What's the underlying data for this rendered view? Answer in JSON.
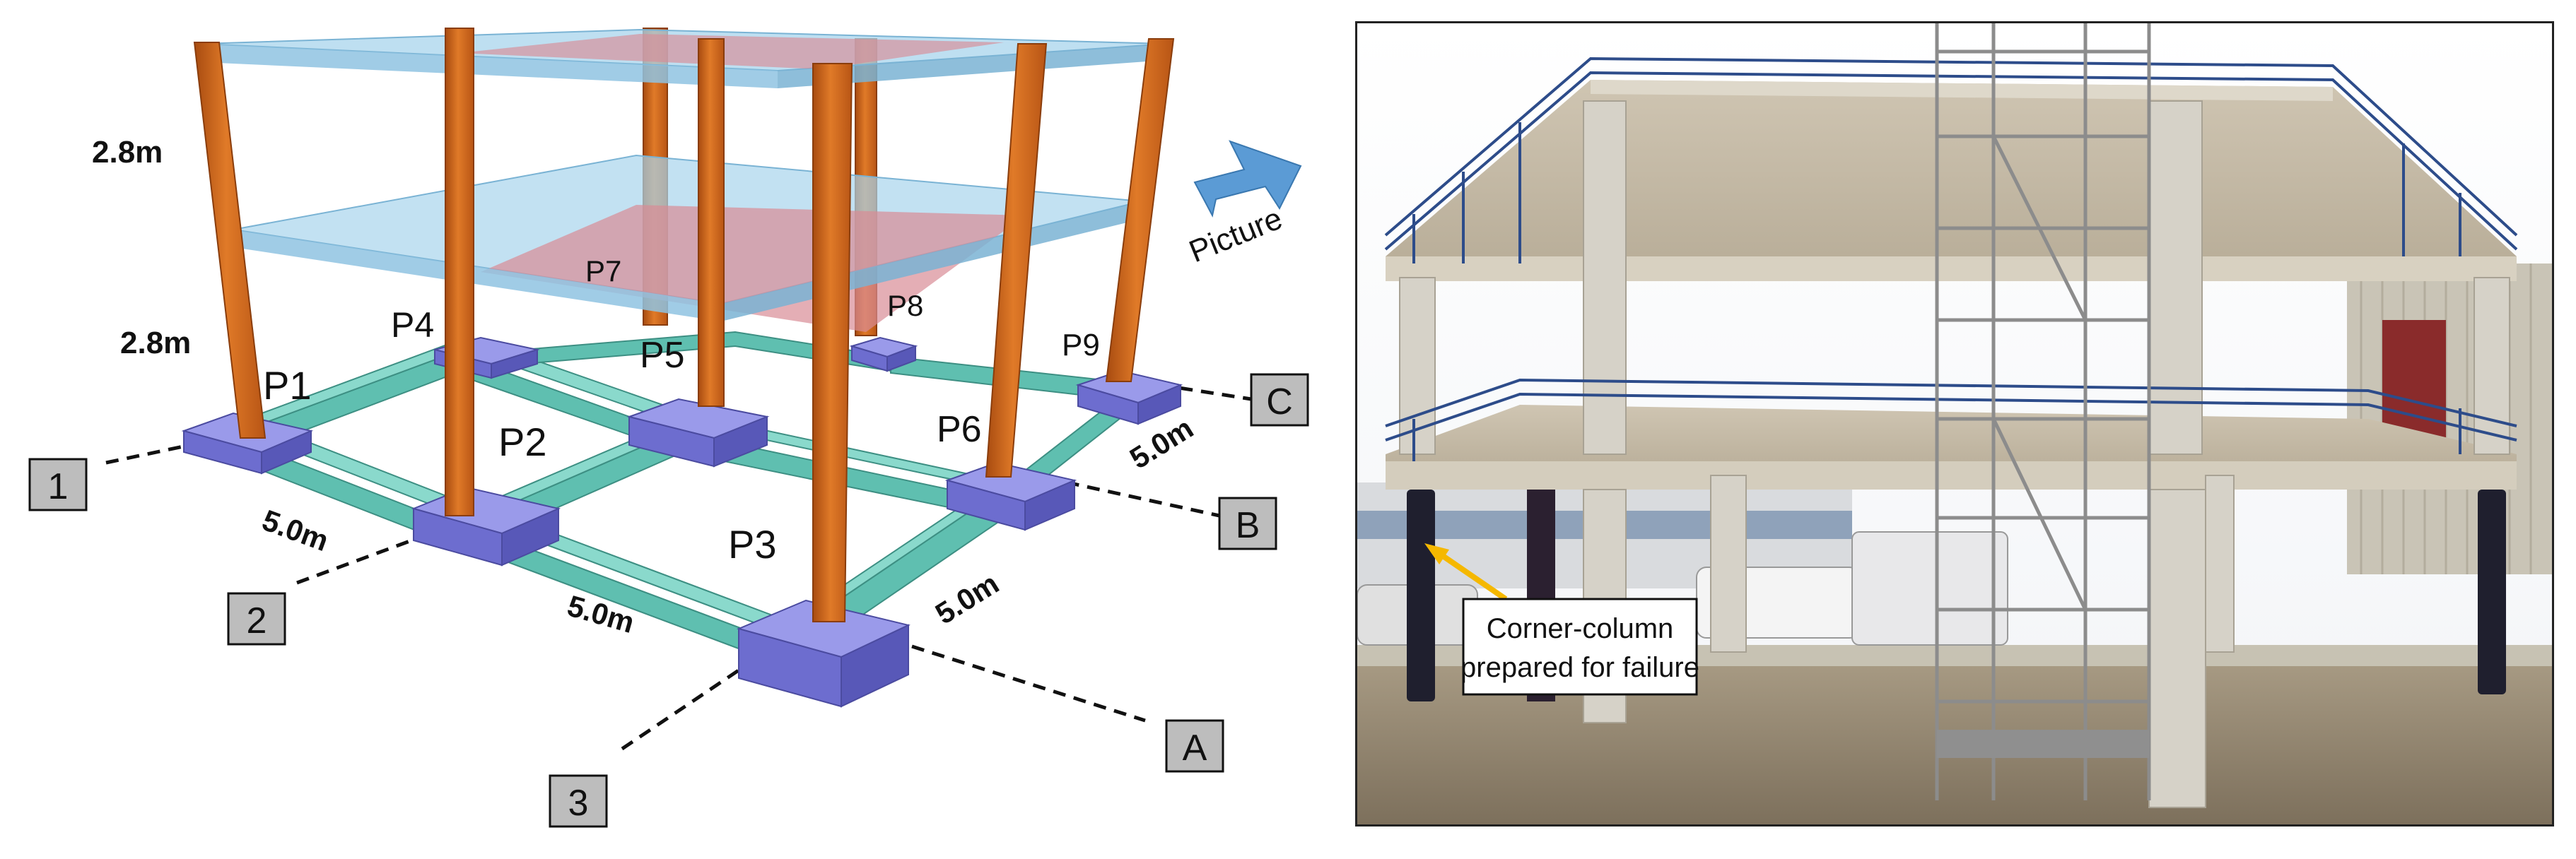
{
  "diagram": {
    "story_heights": [
      "2.8m",
      "2.8m"
    ],
    "spans": [
      "5.0m",
      "5.0m",
      "5.0m",
      "5.0m"
    ],
    "columns": [
      "P1",
      "P2",
      "P3",
      "P4",
      "P5",
      "P6",
      "P7",
      "P8",
      "P9"
    ],
    "axis_labels_numeric": [
      "1",
      "2",
      "3"
    ],
    "axis_labels_alpha": [
      "A",
      "B",
      "C"
    ],
    "view_label": "Picture"
  },
  "photo": {
    "annotation": [
      "Corner-column",
      "prepared for failure"
    ]
  },
  "colors": {
    "column": "#d2691e",
    "beam": "#5fbfb0",
    "footing": "#7b7bd6",
    "slab": "#a8d4ec",
    "removed_bay": "#d98c96",
    "arrow": "#5b9bd5",
    "annotation_arrow": "#f5b800"
  }
}
